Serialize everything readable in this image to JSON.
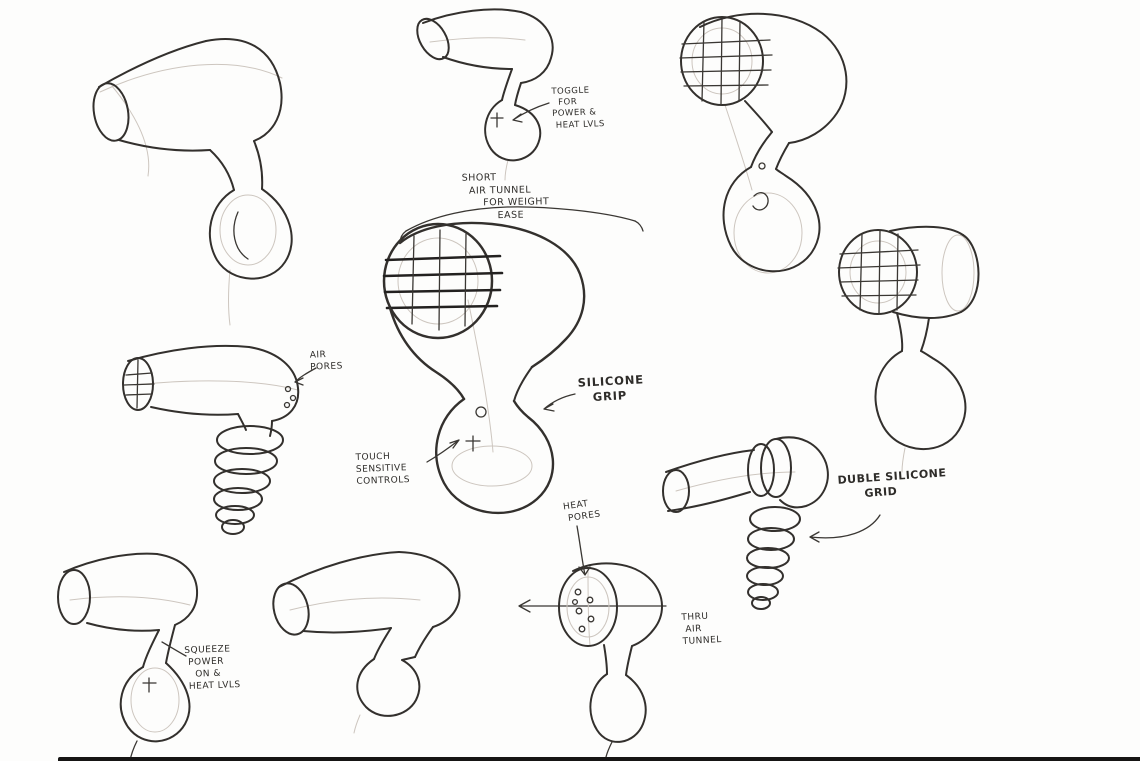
{
  "page": {
    "kind": "concept-sketch-sheet",
    "subject": "Hair dryer industrial design sketches",
    "background_color": "#fdfdfc",
    "ink_color": "#33302d",
    "construction_color": "#cdc6bf"
  },
  "annotations": {
    "toggle_note": "TOGGLE\n  FOR\nPOWER &\n HEAT LVLS",
    "short_air_tunnel": "SHORT\n  AIR TUNNEL\n      FOR WEIGHT\n          EASE",
    "silicone_grip": "SILICONE\n   GRIP",
    "touch_sensitive": "TOUCH\nSENSITIVE\nCONTROLS",
    "air_pores": "AIR\nPORES",
    "squeeze_power": "SQUEEZE\n POWER\n   ON &\n HEAT LVLS",
    "heat_pores": "HEAT\n PORES",
    "thru_air_tunnel": "THRU\n AIR\nTUNNEL",
    "duble_silicone_grid": "DUBLE SILICONE\n      GRID"
  }
}
